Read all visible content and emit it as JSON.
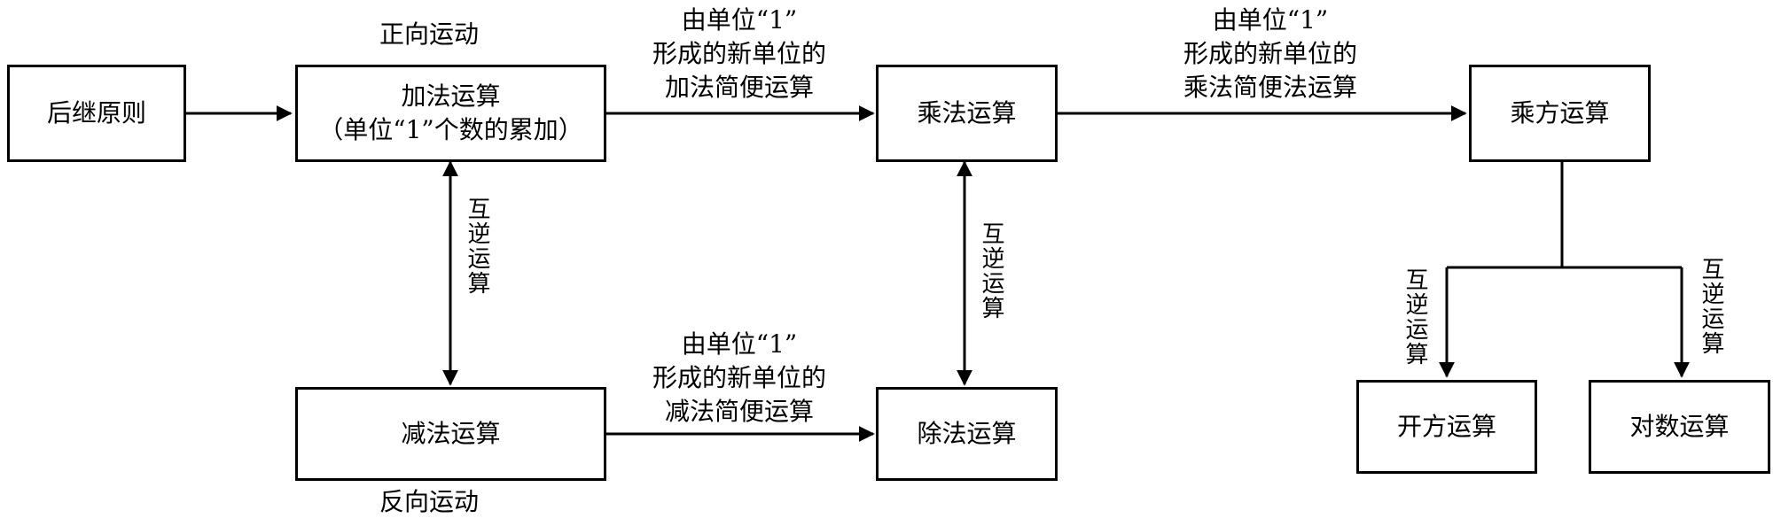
{
  "nodes": {
    "successor": "后继原则",
    "addition": "加法运算\n（单位“1”个数的累加）",
    "subtraction": "减法运算",
    "multiplication": "乘法运算",
    "division": "除法运算",
    "exponentiation": "乘方运算",
    "root": "开方运算",
    "logarithm": "对数运算"
  },
  "labels": {
    "forward": "正向运动",
    "backward": "反向运动",
    "add_to_mul": "由单位“1”\n形成的新单位的\n加法简便运算",
    "sub_to_div": "由单位“1”\n形成的新单位的\n减法简便运算",
    "mul_to_pow": "由单位“1”\n形成的新单位的\n乘法简便法运算",
    "inverse_add_sub": "互逆运算",
    "inverse_mul_div": "互逆运算",
    "inverse_root": "互逆运算",
    "inverse_log": "互逆运算"
  }
}
